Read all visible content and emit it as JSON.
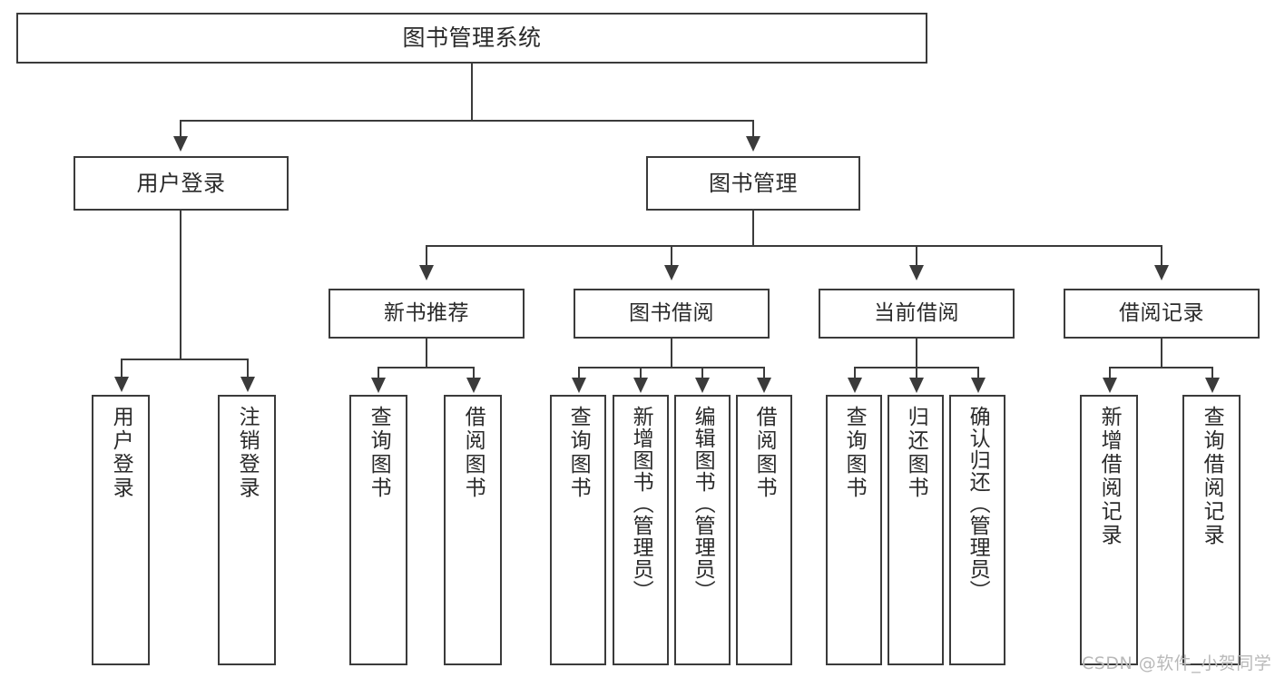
{
  "diagram": {
    "type": "tree-hierarchy",
    "title": "图书管理系统",
    "root": {
      "id": "root",
      "label": "图书管理系统"
    },
    "level2": [
      {
        "id": "user-login",
        "label": "用户登录"
      },
      {
        "id": "book-manage",
        "label": "图书管理"
      }
    ],
    "level3": [
      {
        "id": "new-book-recommend",
        "label": "新书推荐",
        "parent": "book-manage"
      },
      {
        "id": "book-borrow",
        "label": "图书借阅",
        "parent": "book-manage"
      },
      {
        "id": "current-borrow",
        "label": "当前借阅",
        "parent": "book-manage"
      },
      {
        "id": "borrow-record",
        "label": "借阅记录",
        "parent": "book-manage"
      }
    ],
    "leaves": [
      {
        "id": "leaf-user-login",
        "label": "用户登录",
        "parent": "user-login"
      },
      {
        "id": "leaf-logout",
        "label": "注销登录",
        "parent": "user-login"
      },
      {
        "id": "leaf-query-book-1",
        "label": "查询图书",
        "parent": "new-book-recommend"
      },
      {
        "id": "leaf-borrow-book-1",
        "label": "借阅图书",
        "parent": "new-book-recommend"
      },
      {
        "id": "leaf-query-book-2",
        "label": "查询图书",
        "parent": "book-borrow"
      },
      {
        "id": "leaf-add-book",
        "label": "新增图书（管理员）",
        "parent": "book-borrow"
      },
      {
        "id": "leaf-edit-book",
        "label": "编辑图书（管理员）",
        "parent": "book-borrow"
      },
      {
        "id": "leaf-borrow-book-2",
        "label": "借阅图书",
        "parent": "book-borrow"
      },
      {
        "id": "leaf-query-book-3",
        "label": "查询图书",
        "parent": "current-borrow"
      },
      {
        "id": "leaf-return-book",
        "label": "归还图书",
        "parent": "current-borrow"
      },
      {
        "id": "leaf-confirm-return",
        "label": "确认归还（管理员）",
        "parent": "current-borrow"
      },
      {
        "id": "leaf-add-record",
        "label": "新增借阅记录",
        "parent": "borrow-record"
      },
      {
        "id": "leaf-query-record",
        "label": "查询借阅记录",
        "parent": "borrow-record"
      }
    ]
  },
  "watermark": {
    "text": "CSDN @软件_小贺同学"
  },
  "colors": {
    "stroke": "#3b3b3b",
    "text": "#2a2a2a",
    "background": "#ffffff",
    "watermark": "#b9b9b9"
  }
}
